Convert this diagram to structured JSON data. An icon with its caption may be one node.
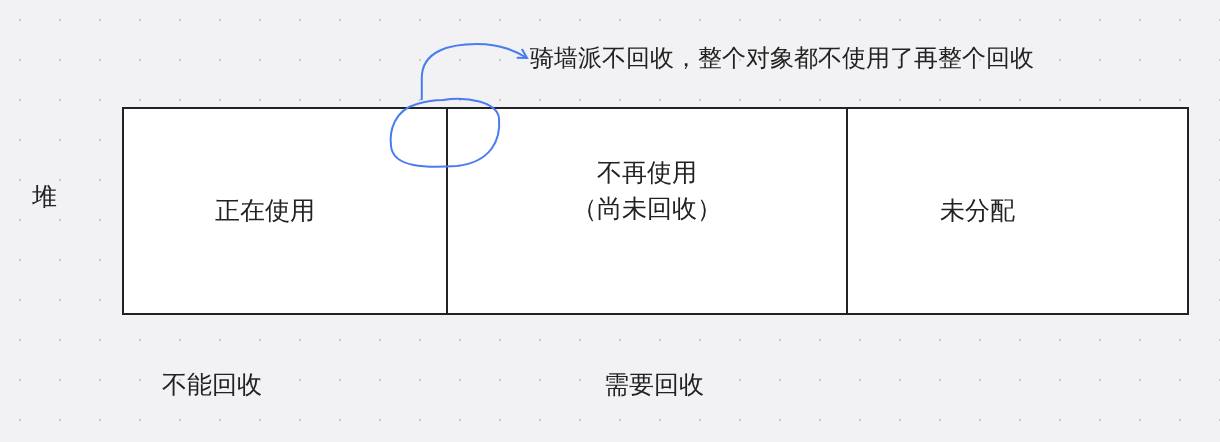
{
  "diagram": {
    "nodes": [
      {
        "text": [
          "正在使用"
        ]
      },
      {
        "text": [
          "不再使用（尚未回收）"
        ]
      },
      {
        "text": [
          "未分配"
        ]
      },
      {
        "text": [],
        "shape": "circle"
      },
      {
        "text": [
          "骑墙派不回收，整个对象都不使用了再整个回收"
        ]
      }
    ],
    "edges": [
      {
        "from": 3,
        "to": 4,
        "arrow": "to",
        "color": "#4a7cf0"
      }
    ],
    "labels": [
      "堆",
      "不能回收",
      "需要回收"
    ]
  }
}
